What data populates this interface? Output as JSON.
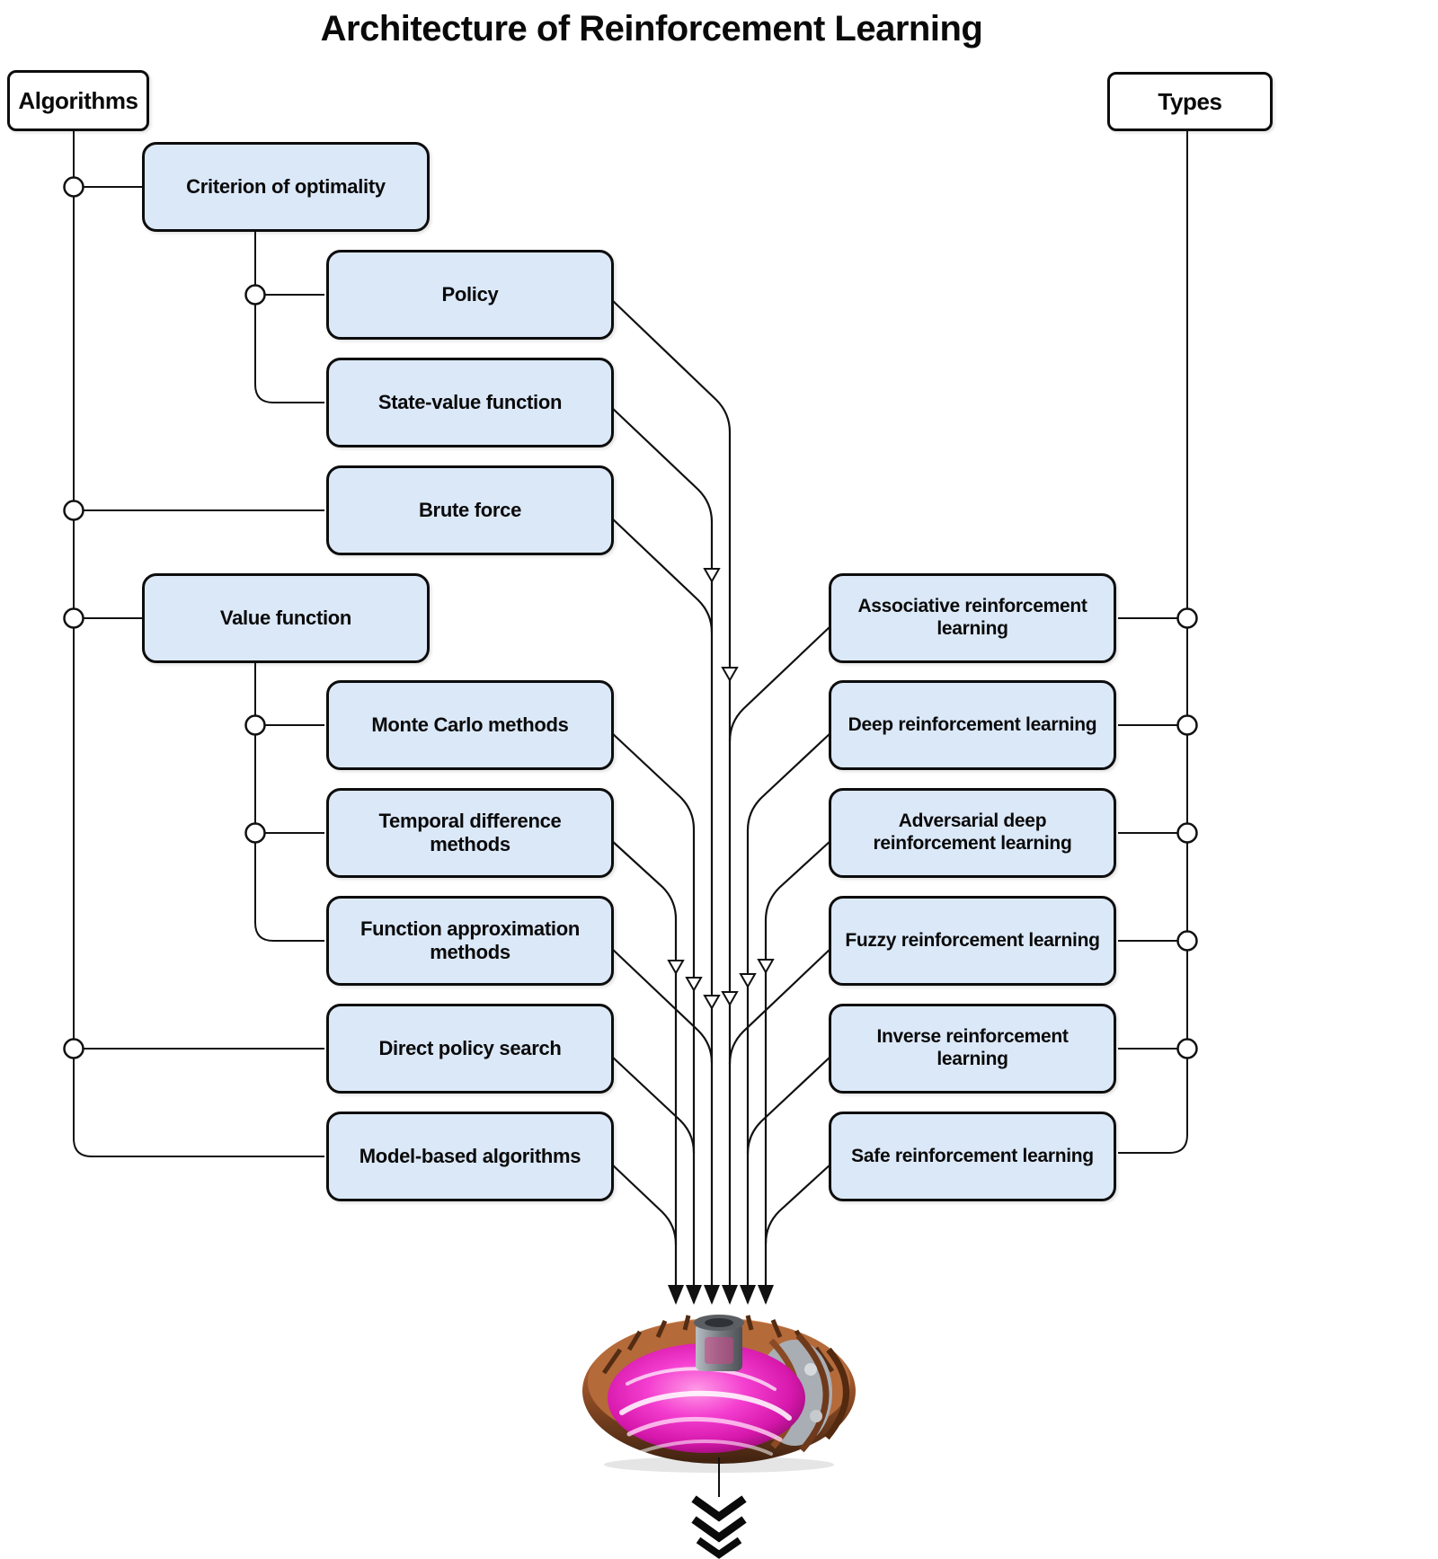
{
  "title": "Architecture of Reinforcement Learning",
  "headers": {
    "algorithms": "Algorithms",
    "types": "Types"
  },
  "algorithms": {
    "criterion_of_optimality": "Criterion of optimality",
    "policy": "Policy",
    "state_value_function": "State-value function",
    "brute_force": "Brute force",
    "value_function": "Value function",
    "monte_carlo": "Monte Carlo methods",
    "temporal_difference": "Temporal difference methods",
    "function_approximation": "Function approximation methods",
    "direct_policy_search": "Direct policy search",
    "model_based": "Model-based algorithms"
  },
  "types": {
    "associative": "Associative reinforcement learning",
    "deep": "Deep reinforcement learning",
    "adversarial": "Adversarial deep reinforcement learning",
    "fuzzy": "Fuzzy reinforcement learning",
    "inverse": "Inverse reinforcement learning",
    "safe": "Safe reinforcement learning"
  },
  "center_image": {
    "name": "tokamak-plasma-reactor",
    "description": "Toroidal fusion reactor with bright pink plasma"
  },
  "icons": {
    "flow_end": "chevron-triple-down"
  },
  "colors": {
    "node_fill": "#dbe8f8",
    "node_border": "#0d0d0d",
    "line": "#111111",
    "background": "#ffffff",
    "plasma": "#ee2fc4",
    "copper": "#a35a2e"
  }
}
